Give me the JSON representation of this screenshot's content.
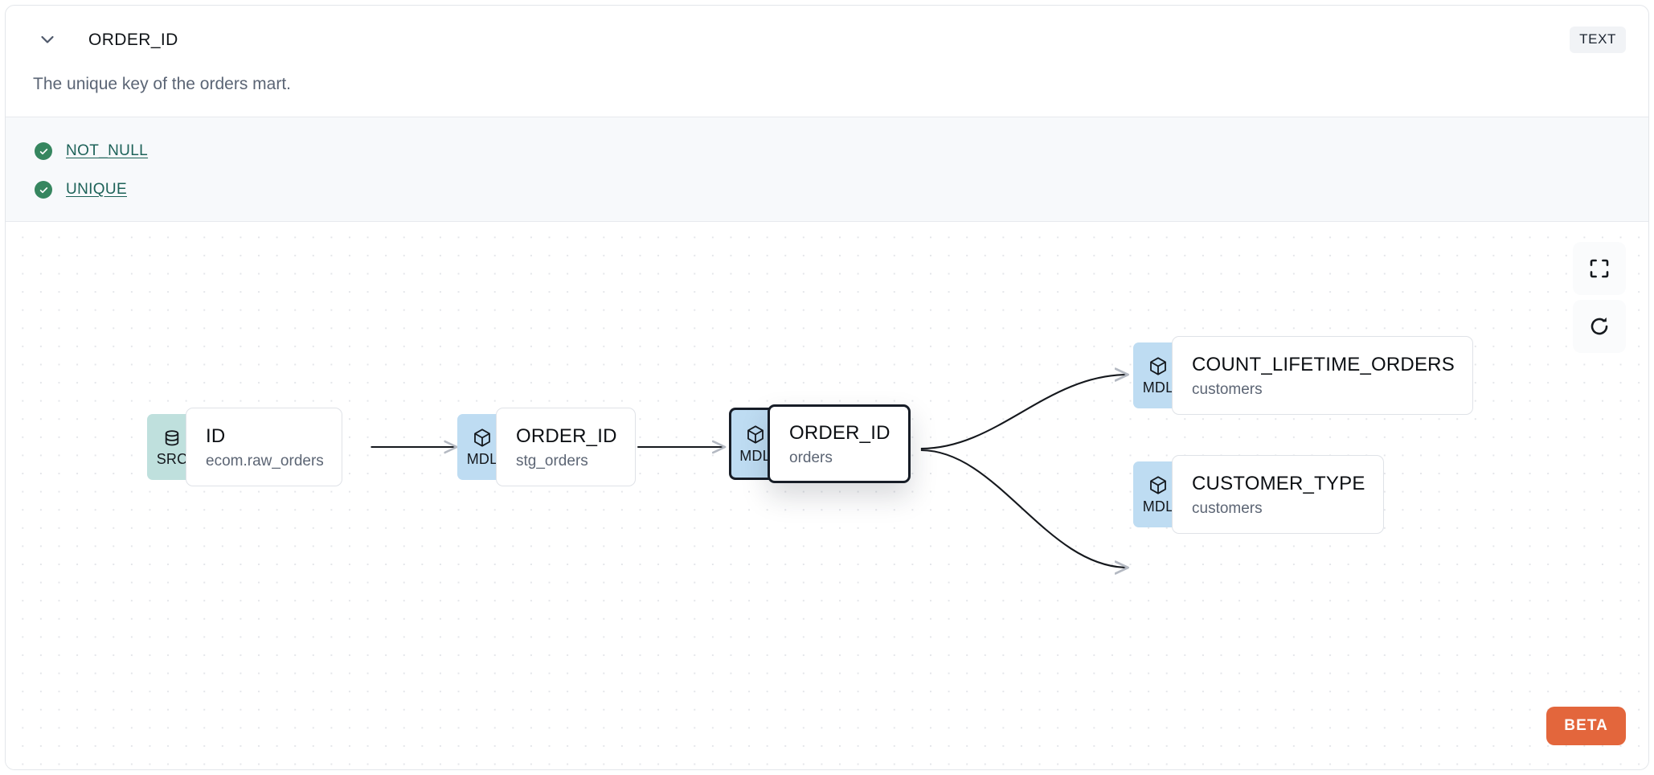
{
  "header": {
    "column_name": "ORDER_ID",
    "type_badge": "TEXT",
    "chevron_icon": "chevron-down-icon"
  },
  "description": "The unique key of the orders mart.",
  "tests": [
    {
      "label": "NOT_NULL",
      "status": "pass",
      "status_icon": "check-circle-icon"
    },
    {
      "label": "UNIQUE",
      "status": "pass",
      "status_icon": "check-circle-icon"
    }
  ],
  "lineage": {
    "controls": [
      {
        "name": "fit-view-button",
        "icon": "fullscreen-icon"
      },
      {
        "name": "refresh-button",
        "icon": "refresh-icon"
      }
    ],
    "beta_label": "BETA",
    "nodes": [
      {
        "id": "src-id",
        "badge": "SRC",
        "badge_icon": "database-icon",
        "name": "ID",
        "sub": "ecom.raw_orders",
        "selected": false
      },
      {
        "id": "stg-order-id",
        "badge": "MDL",
        "badge_icon": "cube-icon",
        "name": "ORDER_ID",
        "sub": "stg_orders",
        "selected": false
      },
      {
        "id": "orders-order-id",
        "badge": "MDL",
        "badge_icon": "cube-icon",
        "name": "ORDER_ID",
        "sub": "orders",
        "selected": true
      },
      {
        "id": "count-lifetime-orders",
        "badge": "MDL",
        "badge_icon": "cube-icon",
        "name": "COUNT_LIFETIME_ORDERS",
        "sub": "customers",
        "selected": false
      },
      {
        "id": "customer-type",
        "badge": "MDL",
        "badge_icon": "cube-icon",
        "name": "CUSTOMER_TYPE",
        "sub": "customers",
        "selected": false
      }
    ]
  },
  "colors": {
    "src_badge": "#bfe0dd",
    "mdl_badge": "#bedcf2",
    "test_pass": "#36865f",
    "test_link": "#1d6258",
    "beta": "#e3663c",
    "tests_band": "#f7f9fb",
    "selected_border": "#171d27"
  }
}
